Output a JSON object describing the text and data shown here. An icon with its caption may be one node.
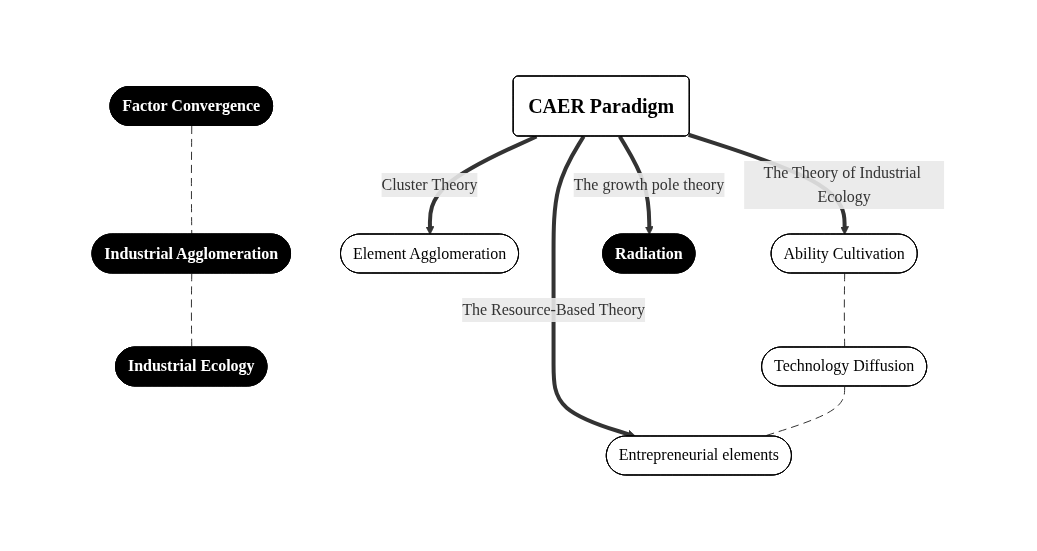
{
  "diagram": {
    "nodes": [
      {
        "text": [
          "Industrial Agglomeration"
        ]
      },
      {
        "text": [
          "Element Agglomeration"
        ]
      },
      {
        "text": [
          "Factor Convergence"
        ]
      },
      {
        "text": [
          "CAER Paradigm"
        ]
      },
      {
        "text": [
          "Entrepreneurial elements"
        ]
      },
      {
        "text": [
          "Industrial Ecology"
        ]
      },
      {
        "text": [
          "Ability Cultivation"
        ]
      },
      {
        "text": [
          "Radiation"
        ]
      },
      {
        "text": [
          "Technology Diffusion"
        ]
      }
    ],
    "edges": [
      {
        "from": 3,
        "to": 1,
        "arrow": "to",
        "label": "Cluster Theory",
        "style": "thick"
      },
      {
        "from": 3,
        "to": 6,
        "arrow": "to",
        "label": "The Theory of Industrial Ecology",
        "style": "thick"
      },
      {
        "from": 3,
        "to": 4,
        "arrow": "to",
        "label": "The Resource-Based Theory",
        "style": "thick"
      },
      {
        "from": 3,
        "to": 7,
        "arrow": "to",
        "label": "The growth pole theory",
        "style": "thick"
      },
      {
        "from": 2,
        "to": 0,
        "arrow": "none",
        "style": "dashed"
      },
      {
        "from": 0,
        "to": 5,
        "arrow": "none",
        "style": "dashed"
      },
      {
        "from": 6,
        "to": 8,
        "arrow": "none",
        "style": "dashed"
      },
      {
        "from": 8,
        "to": 4,
        "arrow": "none",
        "style": "dashed"
      }
    ]
  }
}
